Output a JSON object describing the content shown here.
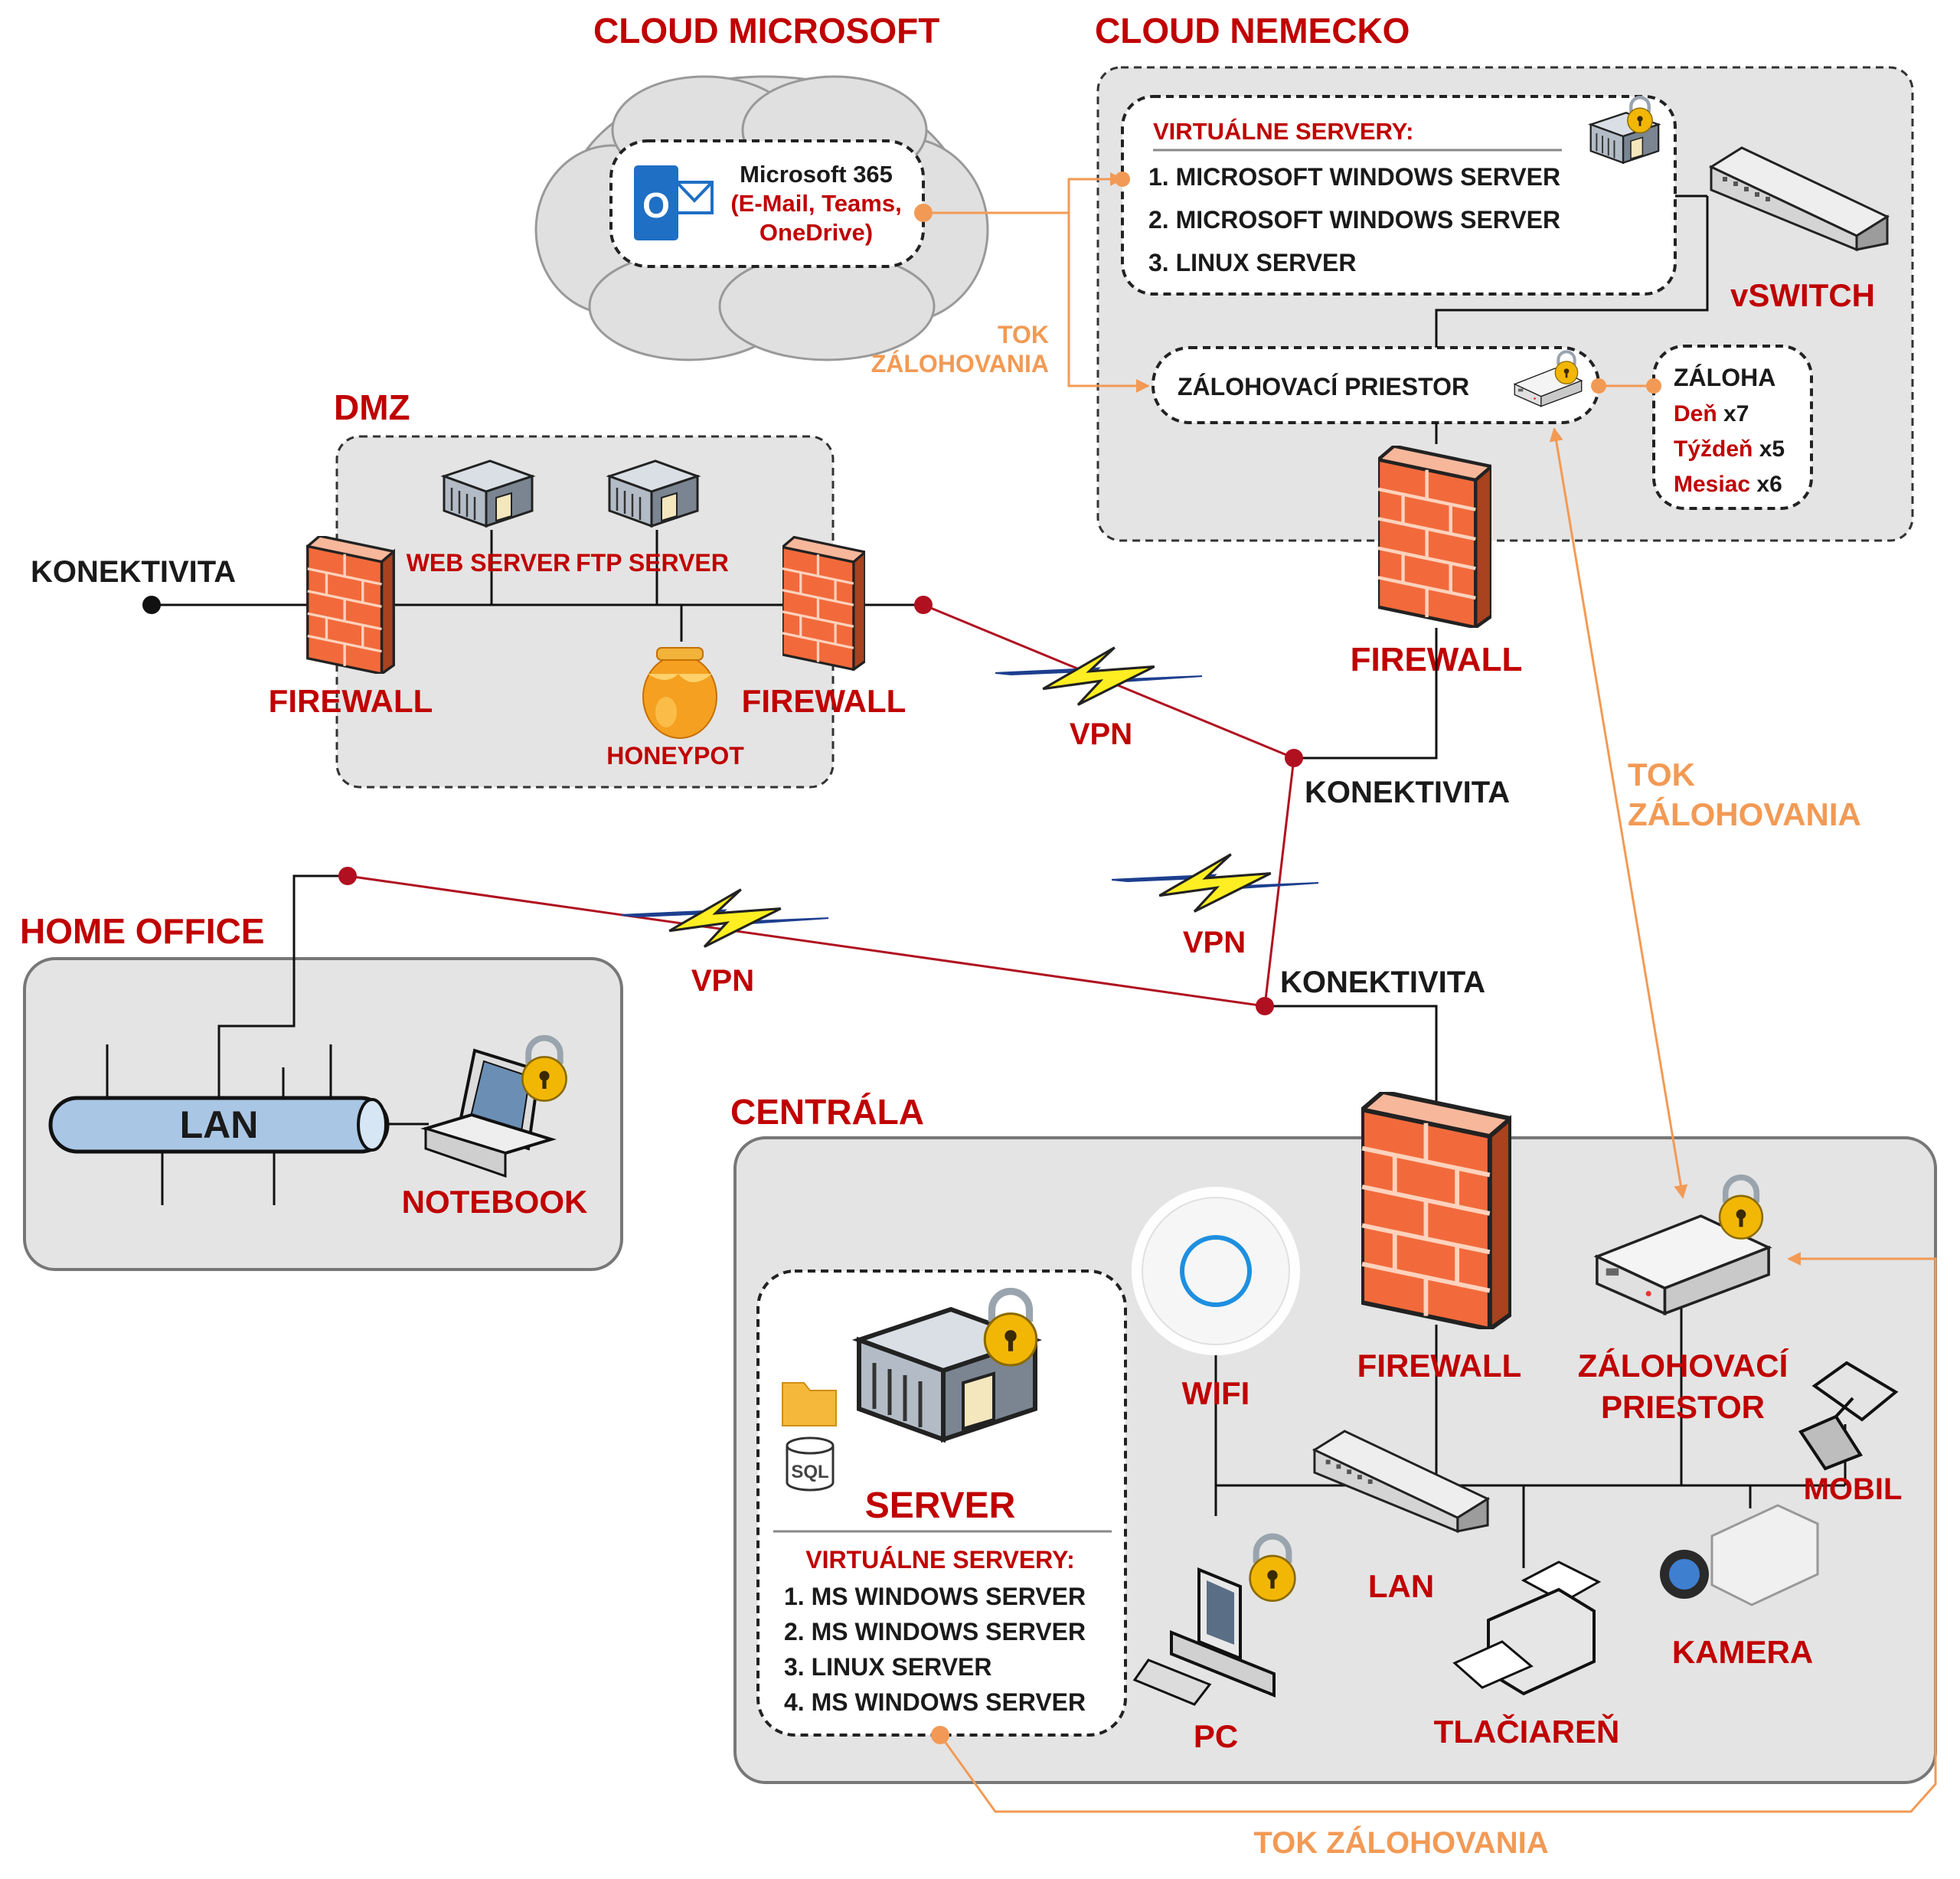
{
  "zones": {
    "cloud_microsoft": {
      "title": "CLOUD MICROSOFT",
      "service_name": "Microsoft 365",
      "service_detail_1": "(E-Mail, Teams,",
      "service_detail_2": "OneDrive)"
    },
    "cloud_nemecko": {
      "title": "CLOUD NEMECKO",
      "virtual_heading": "VIRTUÁLNE SERVERY:",
      "virtual_servers": [
        "1. MICROSOFT WINDOWS SERVER",
        "2. MICROSOFT WINDOWS SERVER",
        "3. LINUX SERVER"
      ],
      "vswitch": "vSWITCH",
      "backup_space": "ZÁLOHOVACÍ PRIESTOR",
      "retention_title": "ZÁLOHA",
      "retention": [
        {
          "label": "Deň",
          "count": "x7"
        },
        {
          "label": "Týždeň",
          "count": "x5"
        },
        {
          "label": "Mesiac",
          "count": "x6"
        }
      ],
      "firewall": "FIREWALL"
    },
    "dmz": {
      "title": "DMZ",
      "web_server": "WEB SERVER",
      "ftp_server": "FTP SERVER",
      "honeypot": "HONEYPOT",
      "firewall_left": "FIREWALL",
      "firewall_right": "FIREWALL"
    },
    "home_office": {
      "title": "HOME OFFICE",
      "lan": "LAN",
      "notebook": "NOTEBOOK"
    },
    "centrala": {
      "title": "CENTRÁLA",
      "server": "SERVER",
      "virtual_heading": "VIRTUÁLNE SERVERY:",
      "virtual_servers": [
        "1. MS WINDOWS SERVER",
        "2. MS WINDOWS SERVER",
        "3. LINUX SERVER",
        "4. MS WINDOWS SERVER"
      ],
      "sql": "SQL",
      "wifi": "WIFI",
      "firewall": "FIREWALL",
      "backup_line1": "ZÁLOHOVACÍ",
      "backup_line2": "PRIESTOR",
      "mobil": "MOBIL",
      "lan": "LAN",
      "pc": "PC",
      "printer": "TLAČIAREŇ",
      "camera": "KAMERA"
    }
  },
  "connectivity": {
    "konektivita_dmz": "KONEKTIVITA",
    "konektivita_nemecko": "KONEKTIVITA",
    "konektivita_centrala": "KONEKTIVITA",
    "vpn_1": "VPN",
    "vpn_2": "VPN",
    "vpn_3": "VPN"
  },
  "backup_flows": {
    "flow_cloud_line1": "TOK",
    "flow_cloud_line2": "ZÁLOHOVANIA",
    "flow_right_line1": "TOK",
    "flow_right_line2": "ZÁLOHOVANIA",
    "flow_bottom": "TOK ZÁLOHOVANIA"
  },
  "colors": {
    "label_red": "#c00000",
    "backup_orange": "#f29a55",
    "vpn_line": "#b01020",
    "zone_fill": "#e4e4e4",
    "lightning": "#ffee22"
  }
}
